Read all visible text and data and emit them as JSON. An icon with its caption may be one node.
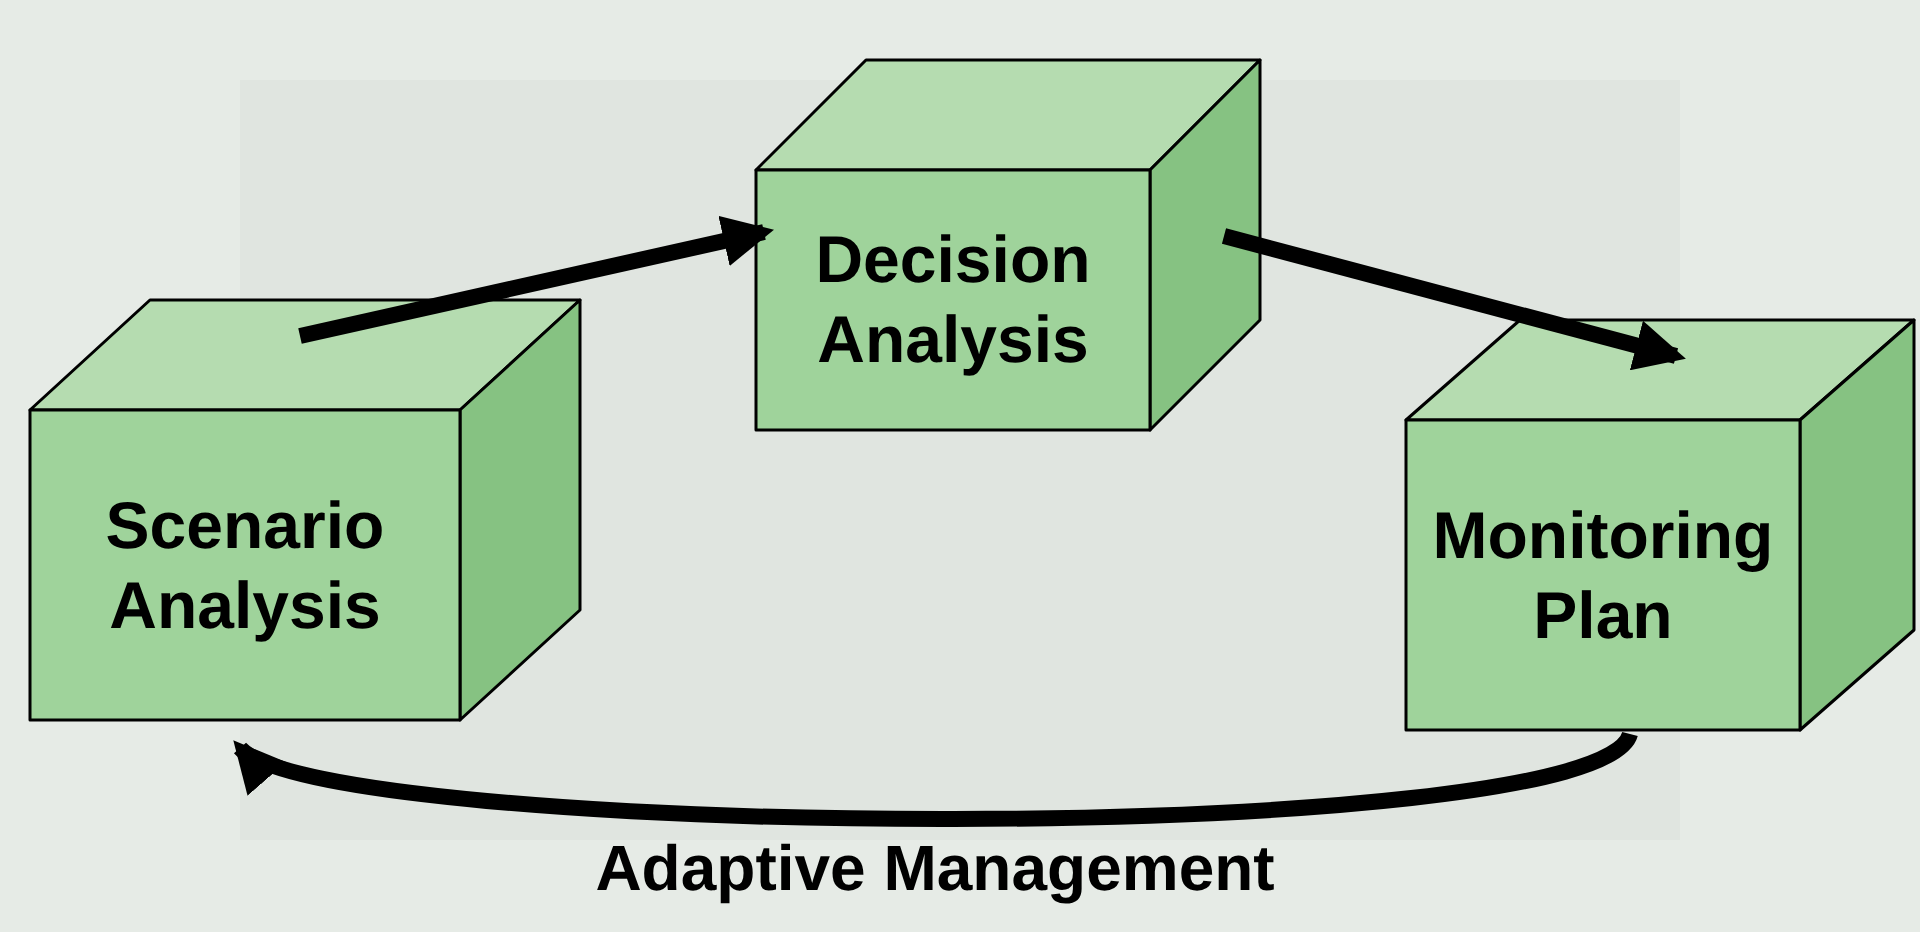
{
  "diagram": {
    "nodes": [
      {
        "text": [
          "Scenario Analysis"
        ]
      },
      {
        "text": [
          "Decision Analysis"
        ]
      },
      {
        "text": [
          "Monitoring Plan"
        ]
      }
    ],
    "edges": [
      {
        "from": 0,
        "to": 1,
        "arrow": "to"
      },
      {
        "from": 1,
        "to": 2,
        "arrow": "to"
      },
      {
        "from": 2,
        "to": 0,
        "arrow": "to",
        "label": "Adaptive Management"
      }
    ]
  }
}
